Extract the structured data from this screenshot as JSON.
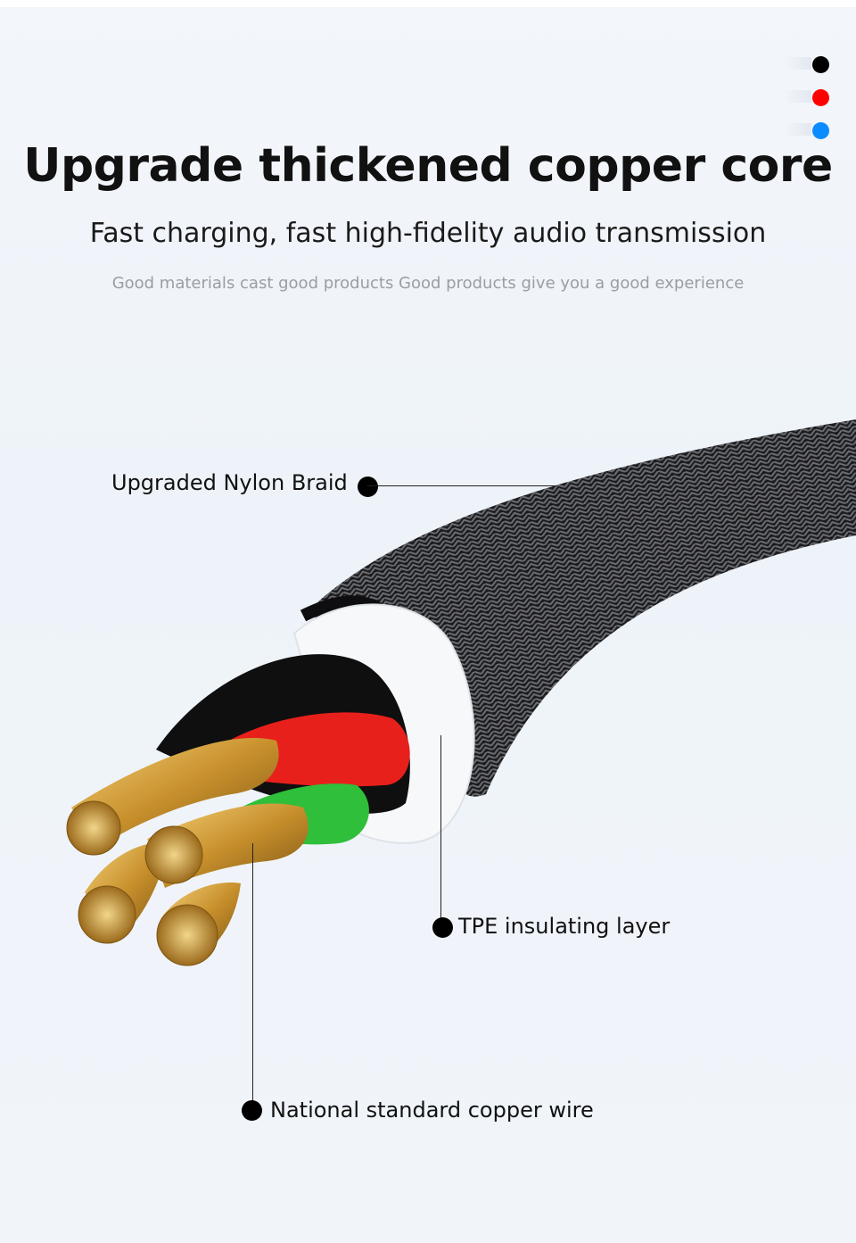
{
  "header": {
    "title": "Upgrade thickened copper core",
    "subtitle": "Fast charging, fast high-fidelity audio transmission",
    "tagline": "Good materials cast good products Good products give you a good experience"
  },
  "color_options": [
    {
      "name": "black",
      "color": "#000000"
    },
    {
      "name": "red",
      "color": "#ff0000"
    },
    {
      "name": "blue",
      "color": "#0a8cff"
    }
  ],
  "callouts": {
    "braid": "Upgraded Nylon Braid",
    "tpe": "TPE insulating layer",
    "copper": "National standard copper wire"
  }
}
